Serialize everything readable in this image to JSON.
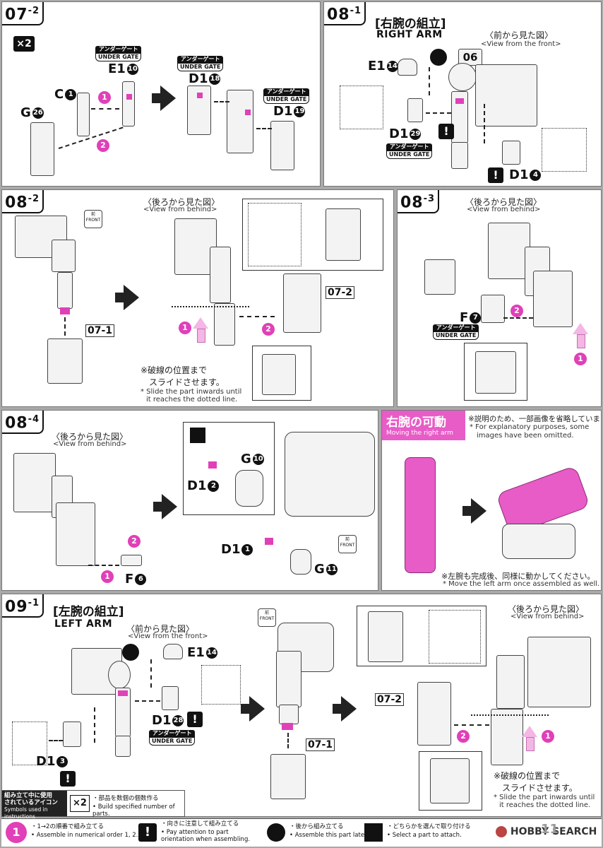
{
  "steps": {
    "s07_2": {
      "num": "07",
      "sub": "-2",
      "multiplier": "×2",
      "gate": [
        "アンダーゲート",
        "UNDER GATE"
      ],
      "parts": {
        "c": "C",
        "c_n": "1",
        "e": "E1",
        "e_n": "10",
        "g": "G",
        "g_n": "26",
        "d1a": "D1",
        "d1a_n": "18",
        "d1b": "D1",
        "d1b_n": "19"
      },
      "order": [
        "1",
        "2"
      ]
    },
    "s08_1": {
      "num": "08",
      "sub": "-1",
      "title_jp": "[右腕の組立]",
      "title_en": "RIGHT ARM",
      "view_jp": "〈前から見た図〉",
      "view_en": "<View from the front>",
      "ref": "06",
      "parts": {
        "e": "E1",
        "e_n": "14",
        "d1a": "D1",
        "d1a_n": "29",
        "d1b": "D1",
        "d1b_n": "4"
      },
      "gate": [
        "アンダーゲート",
        "UNDER GATE"
      ],
      "excl": "!"
    },
    "s08_2": {
      "num": "08",
      "sub": "-2",
      "view_jp": "〈後ろから見た図〉",
      "view_en": "<View from behind>",
      "ref_a": "07-1",
      "ref_b": "07-2",
      "front": [
        "前",
        "FRONT"
      ],
      "note_jp": [
        "※破線の位置まで",
        "スライドさせます。"
      ],
      "note_en": [
        "* Slide the part inwards until",
        "it reaches the dotted line."
      ],
      "order": [
        "1",
        "2"
      ]
    },
    "s08_3": {
      "num": "08",
      "sub": "-3",
      "view_jp": "〈後ろから見た図〉",
      "view_en": "<View from behind>",
      "part": "F",
      "part_n": "7",
      "gate": [
        "アンダーゲート",
        "UNDER GATE"
      ],
      "order": [
        "1",
        "2"
      ]
    },
    "s08_4": {
      "num": "08",
      "sub": "-4",
      "view_jp": "〈後ろから見た図〉",
      "view_en": "<View from behind>",
      "parts": {
        "f": "F",
        "f_n": "6",
        "d1a": "D1",
        "d1a_n": "2",
        "g10": "G",
        "g10_n": "10",
        "d1b": "D1",
        "d1b_n": "1",
        "g11": "G",
        "g11_n": "11"
      },
      "front": [
        "前",
        "FRONT"
      ],
      "order": [
        "1",
        "2"
      ]
    },
    "movement": {
      "title_jp": "右腕の可動",
      "title_en": "Moving the right arm",
      "note_jp": "※説明のため、一部画像を省略しています。",
      "note_en": [
        "* For explanatory purposes, some",
        "images have been omitted."
      ],
      "bottom_jp": "※左腕も完成後、同様に動かしてください。",
      "bottom_en": "* Move the left arm once assembled as well."
    },
    "s09_1": {
      "num": "09",
      "sub": "-1",
      "title_jp": "[左腕の組立]",
      "title_en": "LEFT ARM",
      "view_jp": "〈前から見た図〉",
      "view_en": "<View from the front>",
      "parts": {
        "e": "E1",
        "e_n": "14",
        "d1a": "D1",
        "d1a_n": "28",
        "d1b": "D1",
        "d1b_n": "3"
      },
      "gate": [
        "アンダーゲート",
        "UNDER GATE"
      ],
      "excl": "!"
    },
    "s09_mid": {
      "front": [
        "前",
        "FRONT"
      ],
      "ref": "07-1"
    },
    "s09_right": {
      "view_jp": "〈後ろから見た図〉",
      "view_en": "<View from behind>",
      "ref": "07-2",
      "note_jp": [
        "※破線の位置まで",
        "スライドさせます。"
      ],
      "note_en": [
        "* Slide the part inwards until",
        "it reaches the dotted line."
      ],
      "order": [
        "1",
        "2"
      ]
    }
  },
  "legend": {
    "heading_jp": [
      "組み立て中に使用",
      "されているアイコン"
    ],
    "heading_en": "Symbols used in instructions",
    "items": [
      {
        "icon": "×2",
        "jp": "・部品を数個の個数作る",
        "en": "• Build specified number of parts."
      },
      {
        "icon": "1",
        "jp": "・1→2の順番で組み立てる",
        "en": "• Assemble in numerical order 1, 2..."
      },
      {
        "icon": "!",
        "jp": "・向きに注意して組み立てる",
        "en": "• Pay attention to part orientation when assembling."
      },
      {
        "icon": "later",
        "jp": "・後から組み立てる",
        "en": "• Assemble this part later."
      },
      {
        "icon": "select",
        "jp": "・どちらかを選んで取り付ける",
        "en": "• Select a part to attach."
      }
    ]
  },
  "footer": {
    "brand": "HOBBY SEARCH",
    "page": "11"
  },
  "colors": {
    "accent": "#e040b8",
    "frame": "#a9a9a9"
  }
}
